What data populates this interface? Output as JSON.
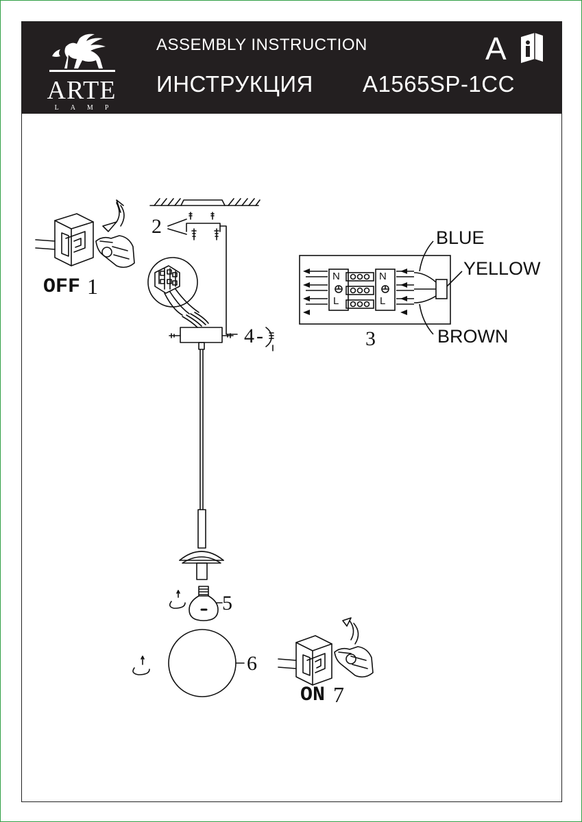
{
  "header": {
    "brand_name": "ARTE",
    "brand_sub": "LAMP",
    "title_en": "ASSEMBLY INSTRUCTION",
    "title_ru": "ИНСТРУКЦИЯ",
    "model": "A1565SP-1CC",
    "class_letter": "A"
  },
  "steps": {
    "off_word": "OFF",
    "off_num": "1",
    "screws_num": "2",
    "wiring_num": "3",
    "fixing_num": "4",
    "bulb_num": "5",
    "shade_num": "6",
    "on_word": "ON",
    "on_num": "7"
  },
  "wires": {
    "blue": "BLUE",
    "yellow": "YELLOW",
    "brown": "BROWN"
  },
  "terminal_marks": [
    "N",
    "L"
  ],
  "colors": {
    "header_bg": "#231f20",
    "frame_green": "#2f9e44",
    "ink": "#111111"
  }
}
